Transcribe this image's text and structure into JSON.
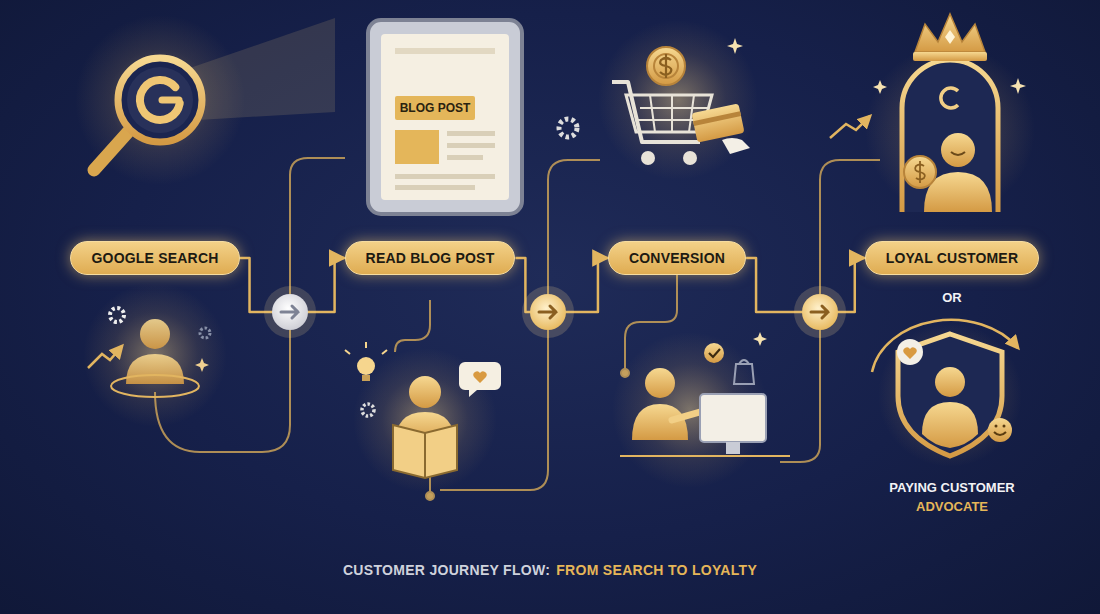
{
  "diagram": {
    "nodes": [
      {
        "text": [
          "GOOGLE SEARCH"
        ]
      },
      {
        "text": [
          "READ BLOG POST"
        ]
      },
      {
        "text": [
          "CONVERSION"
        ]
      },
      {
        "text": [
          "LOYAL CUSTOMER"
        ]
      }
    ],
    "edges": [
      {
        "from": 0,
        "to": 1,
        "arrow": "to"
      },
      {
        "from": 1,
        "to": 2,
        "arrow": "to"
      },
      {
        "from": 2,
        "to": 3,
        "arrow": "to"
      }
    ],
    "labels": [
      "BLOG POST",
      "OR",
      "PAYING CUSTOMER",
      "ADVOCATE",
      "CUSTOMER JOURNEY FLOW:",
      "FROM SEARCH TO LOYALTY"
    ]
  }
}
